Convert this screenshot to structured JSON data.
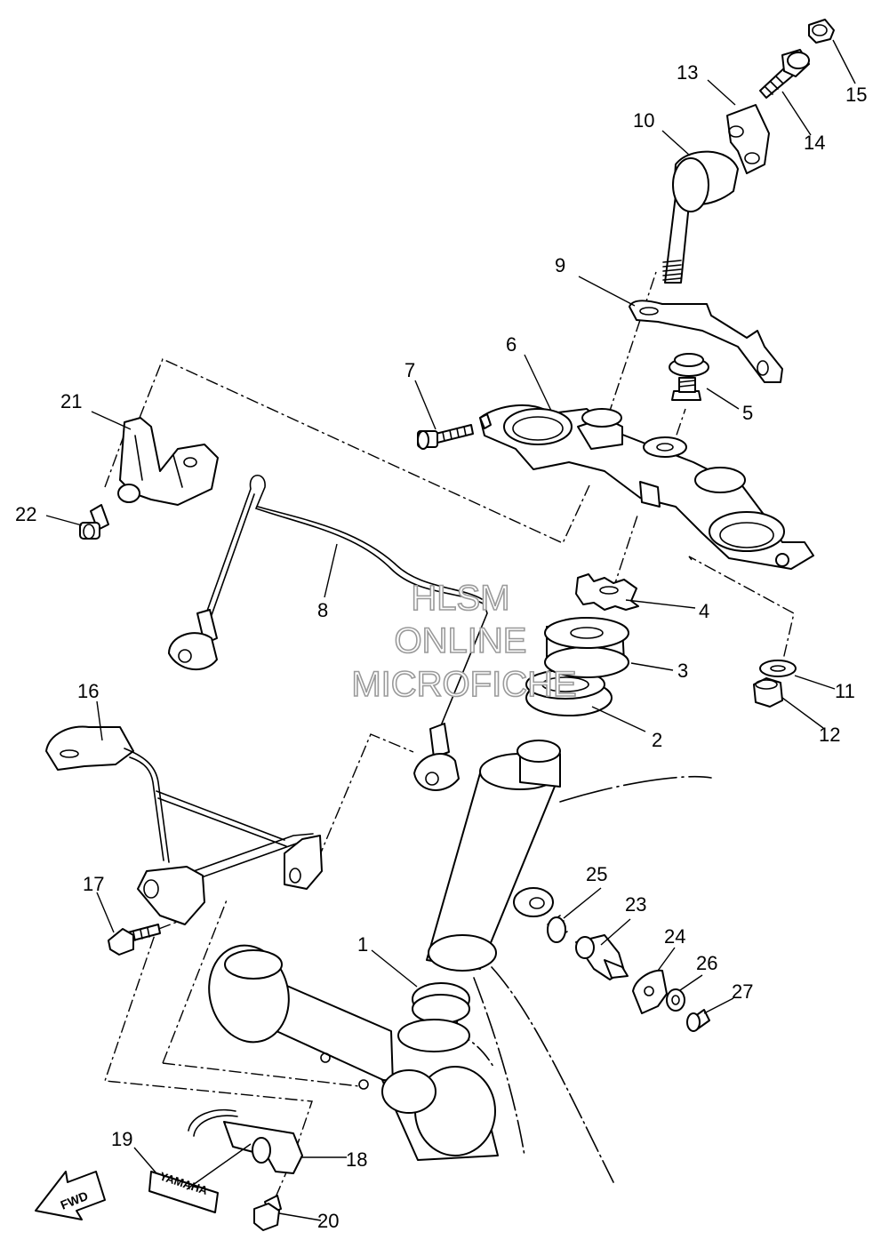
{
  "callouts": [
    {
      "id": "1",
      "label": "1"
    },
    {
      "id": "2",
      "label": "2"
    },
    {
      "id": "3",
      "label": "3"
    },
    {
      "id": "4",
      "label": "4"
    },
    {
      "id": "5",
      "label": "5"
    },
    {
      "id": "6",
      "label": "6"
    },
    {
      "id": "7",
      "label": "7"
    },
    {
      "id": "8",
      "label": "8"
    },
    {
      "id": "9",
      "label": "9"
    },
    {
      "id": "10",
      "label": "10"
    },
    {
      "id": "11",
      "label": "11"
    },
    {
      "id": "12",
      "label": "12"
    },
    {
      "id": "13",
      "label": "13"
    },
    {
      "id": "14",
      "label": "14"
    },
    {
      "id": "15",
      "label": "15"
    },
    {
      "id": "16",
      "label": "16"
    },
    {
      "id": "17",
      "label": "17"
    },
    {
      "id": "18",
      "label": "18"
    },
    {
      "id": "19",
      "label": "19"
    },
    {
      "id": "20",
      "label": "20"
    },
    {
      "id": "21",
      "label": "21"
    },
    {
      "id": "22",
      "label": "22"
    },
    {
      "id": "23",
      "label": "23"
    },
    {
      "id": "24",
      "label": "24"
    },
    {
      "id": "25",
      "label": "25"
    },
    {
      "id": "26",
      "label": "26"
    },
    {
      "id": "27",
      "label": "27"
    }
  ],
  "watermark": {
    "line1": "HLSM",
    "line2": "ONLINE",
    "line3": "MICROFICHE"
  },
  "emblem_text": "YAMAHA",
  "direction_badge": "FWD"
}
